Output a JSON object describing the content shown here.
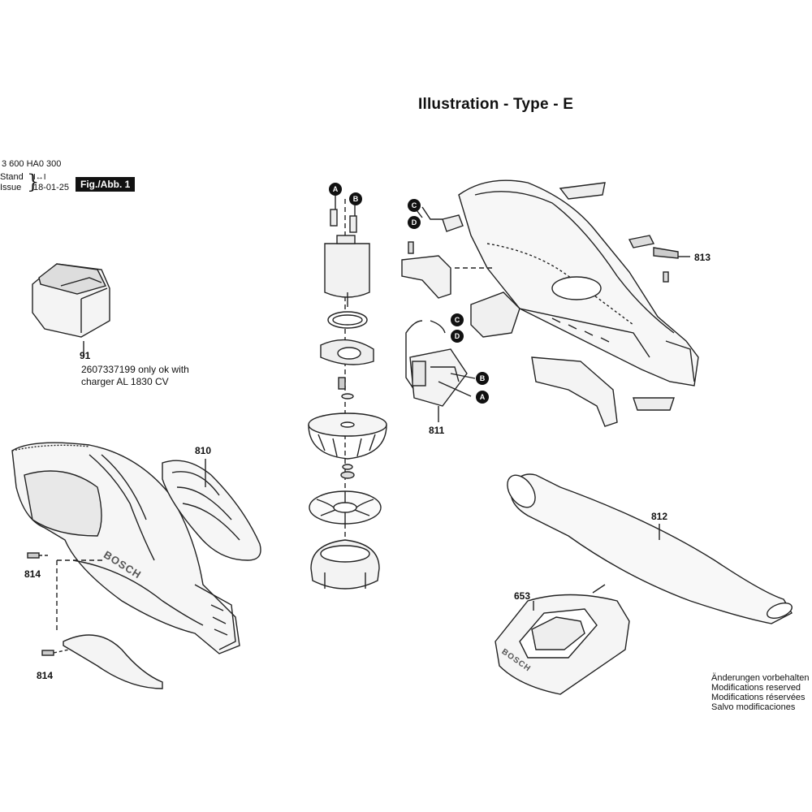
{
  "header": {
    "title": "Illustration - Type - E",
    "doc_number": "3 600 HA0 300",
    "stand_label": "Stand",
    "issue_label": "Issue",
    "date": "18-01-25",
    "fig_label": "Fig./Abb. 1"
  },
  "parts": {
    "p91": "91",
    "p91_note_line1": "2607337199 only ok with",
    "p91_note_line2": "charger AL 1830 CV",
    "p810": "810",
    "p811": "811",
    "p812": "812",
    "p813": "813",
    "p814a": "814",
    "p814b": "814",
    "p653": "653"
  },
  "connectors": {
    "A": "A",
    "B": "B",
    "C": "C",
    "D": "D"
  },
  "brand": "BOSCH",
  "footnote": {
    "line1": "Änderungen vorbehalten",
    "line2": "Modifications reserved",
    "line3": "Modifications réservées",
    "line4": "Salvo modificaciones"
  }
}
